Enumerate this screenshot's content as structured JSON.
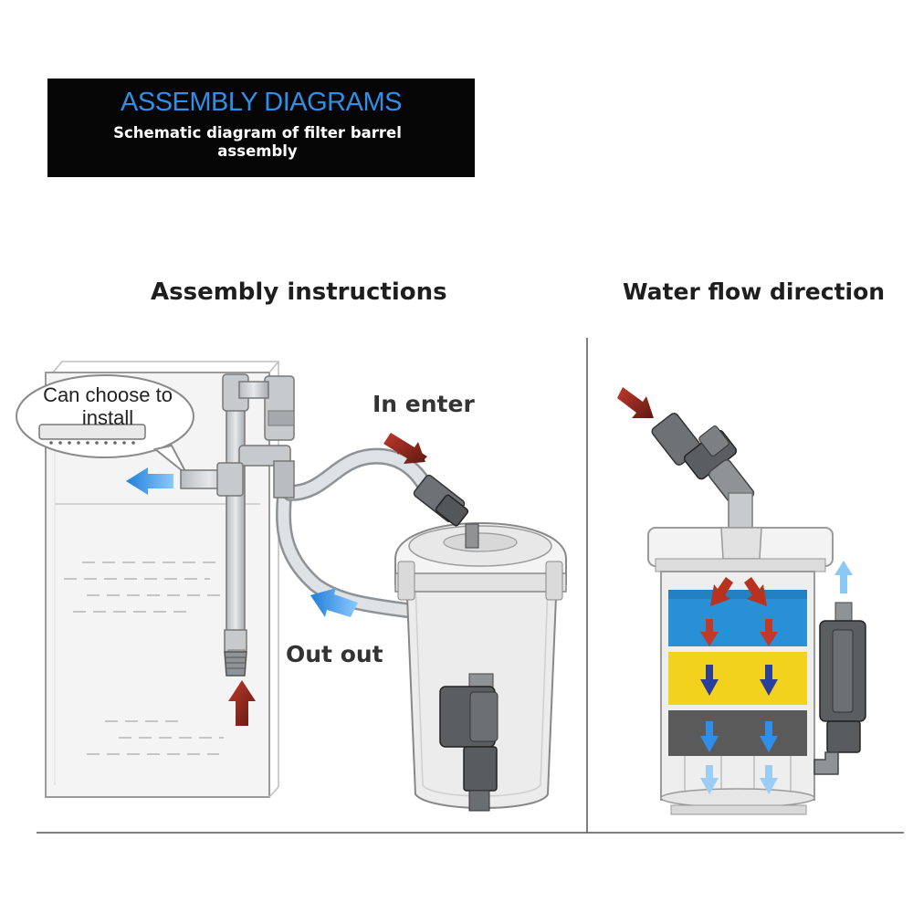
{
  "banner": {
    "title": "ASSEMBLY DIAGRAMS",
    "subtitle": "Schematic diagram of filter barrel assembly"
  },
  "left_panel": {
    "heading": "Assembly instructions",
    "callout": "Can choose to install",
    "label_in": "In enter",
    "label_out": "Out out"
  },
  "right_panel": {
    "heading": "Water flow direction"
  },
  "colors": {
    "banner_title": "#2f8fe8",
    "inflow_arrow": "#9c2a22",
    "outflow_arrow": "#2f8fe8",
    "layer_blue": "#2a90d6",
    "layer_yellow": "#f2d21c",
    "layer_gray": "#5a5a5a"
  },
  "icons": [
    "red-arrow-icon",
    "blue-arrow-icon"
  ]
}
